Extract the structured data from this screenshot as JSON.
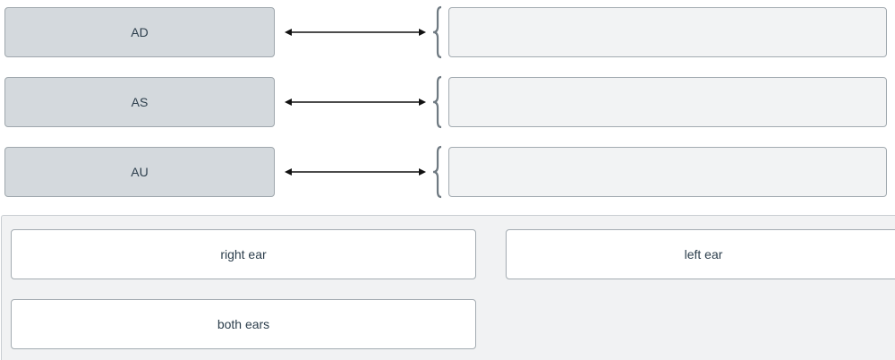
{
  "terms": [
    {
      "label": "AD"
    },
    {
      "label": "AS"
    },
    {
      "label": "AU"
    }
  ],
  "answer_bank": {
    "options": [
      {
        "label": "right ear"
      },
      {
        "label": "left ear"
      },
      {
        "label": "both ears"
      }
    ]
  },
  "colors": {
    "term_bg": "#d4d9dd",
    "dropzone_bg": "#f2f3f4",
    "bank_bg": "#f1f2f3",
    "text": "#2c3e4c",
    "arrow": "#111111",
    "brace": "#6f7a82"
  },
  "icons": {
    "connector": "double-headed-arrow-icon",
    "grouping": "curly-brace-icon"
  }
}
